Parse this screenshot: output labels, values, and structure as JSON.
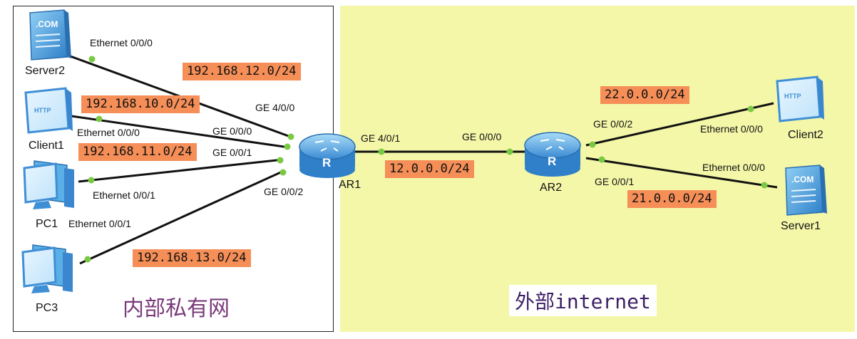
{
  "zones": {
    "inner_title": "内部私有网",
    "outer_title": "外部internet"
  },
  "devices": {
    "server2": "Server2",
    "client1": "Client1",
    "pc1": "PC1",
    "pc3": "PC3",
    "ar1": "AR1",
    "ar2": "AR2",
    "client2": "Client2",
    "server1": "Server1"
  },
  "router_glyph": "R",
  "server_badge": ".COM",
  "client_badge": "HTTP",
  "interfaces": {
    "server2_eth": "Ethernet 0/0/0",
    "client1_eth": "Ethernet 0/0/0",
    "pc1_eth": "Ethernet 0/0/1",
    "pc3_eth": "Ethernet 0/0/1",
    "ar1_ge400": "GE 4/0/0",
    "ar1_ge000": "GE 0/0/0",
    "ar1_ge001": "GE 0/0/1",
    "ar1_ge002": "GE 0/0/2",
    "ar1_ge401": "GE 4/0/1",
    "ar2_ge000": "GE 0/0/0",
    "ar2_ge002": "GE 0/0/2",
    "ar2_ge001": "GE 0/0/1",
    "client2_eth": "Ethernet 0/0/0",
    "server1_eth": "Ethernet 0/0/0"
  },
  "subnets": {
    "s12": "192.168.12.0/24",
    "s10": "192.168.10.0/24",
    "s11": "192.168.11.0/24",
    "s13": "192.168.13.0/24",
    "link12": "12.0.0.0/24",
    "s22": "22.0.0.0/24",
    "s21": "21.0.0.0/24"
  },
  "colors": {
    "subnet_fill": "#f58e57",
    "port_dot": "#7ac943",
    "device_blue": "#3f8fd6",
    "outer_zone": "#f4f7a8"
  }
}
